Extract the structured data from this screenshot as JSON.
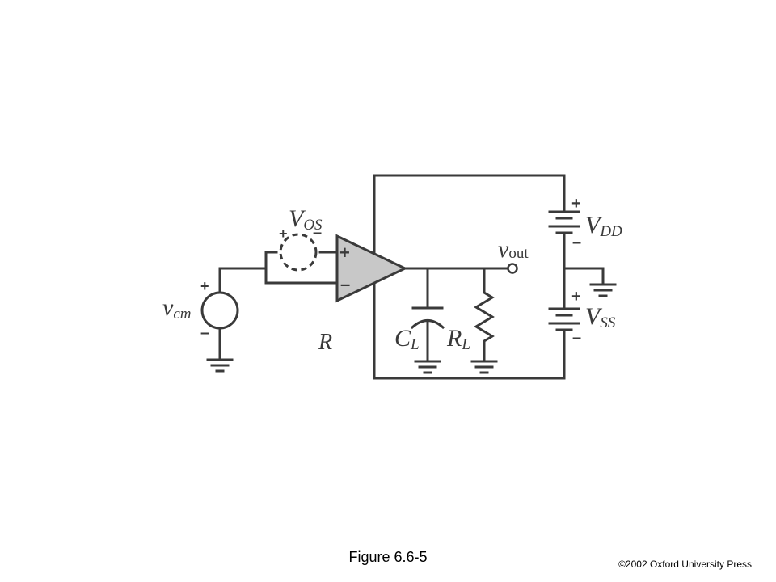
{
  "caption": "Figure 6.6-5",
  "copyright": "©2002 Oxford University Press",
  "labels": {
    "vos_main": "V",
    "vos_sub": "OS",
    "vcm_main": "v",
    "vcm_sub": "cm",
    "vout_main": "v",
    "vout_sub": "out",
    "vdd_main": "V",
    "vdd_sub": "DD",
    "vss_main": "V",
    "vss_sub": "SS",
    "cl_main": "C",
    "cl_sub": "L",
    "rl_main": "R",
    "rl_sub": "L",
    "r": "R",
    "plus": "+",
    "minus": "–"
  },
  "colors": {
    "line": "#3a3a3a",
    "opamp_fill": "#c8c8c8",
    "background": "#ffffff"
  }
}
